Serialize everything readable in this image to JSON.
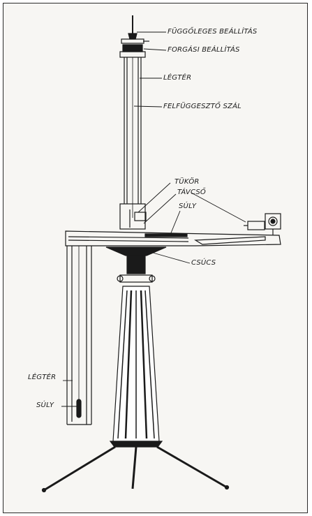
{
  "labels": {
    "vertical_adjust": "FÜGGŐLEGES BEÁLLÍTÁS",
    "rotation_adjust": "FORGÁSI BEÁLLÍTÁS",
    "air_space_top": "LÉGTÉR",
    "suspension_fiber": "FELFÜGGESZTŐ SZÁL",
    "mirror": "TÜKÖR",
    "telescope": "TÁVCSŐ",
    "weight_top": "SÚLY",
    "pivot": "CSÚCS",
    "air_space_bottom": "LÉGTÉR",
    "weight_bottom": "SÚLY"
  }
}
